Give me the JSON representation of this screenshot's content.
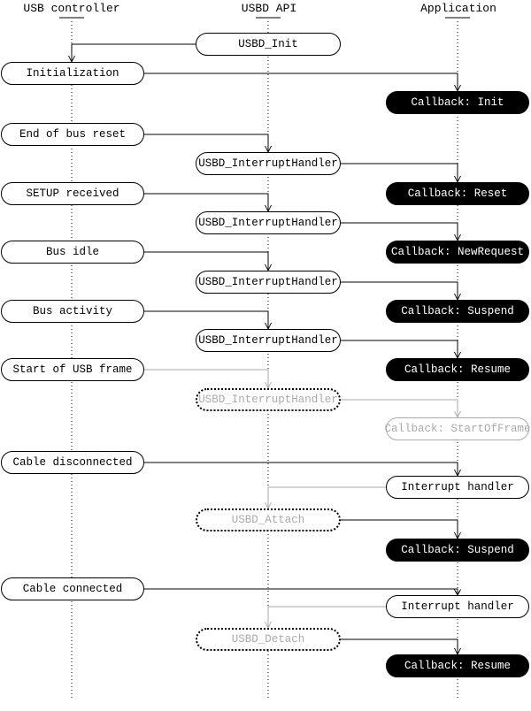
{
  "diagram": {
    "columns": [
      {
        "id": "usb-controller",
        "label": "USB controller"
      },
      {
        "id": "usbd-api",
        "label": "USBD API"
      },
      {
        "id": "application",
        "label": "Application"
      }
    ],
    "nodes": [
      {
        "id": "usbd-init",
        "label": "USBD_Init",
        "column": "usbd-api",
        "variant": "outline"
      },
      {
        "id": "initialization",
        "label": "Initialization",
        "column": "usb-controller",
        "variant": "outline"
      },
      {
        "id": "callback-init",
        "label": "Callback: Init",
        "column": "application",
        "variant": "filled"
      },
      {
        "id": "end-of-bus-reset",
        "label": "End of bus reset",
        "column": "usb-controller",
        "variant": "outline"
      },
      {
        "id": "usbd-interrupthandler-1",
        "label": "USBD_InterruptHandler",
        "column": "usbd-api",
        "variant": "outline"
      },
      {
        "id": "setup-received",
        "label": "SETUP received",
        "column": "usb-controller",
        "variant": "outline"
      },
      {
        "id": "callback-reset",
        "label": "Callback: Reset",
        "column": "application",
        "variant": "filled"
      },
      {
        "id": "usbd-interrupthandler-2",
        "label": "USBD_InterruptHandler",
        "column": "usbd-api",
        "variant": "outline"
      },
      {
        "id": "bus-idle",
        "label": "Bus idle",
        "column": "usb-controller",
        "variant": "outline"
      },
      {
        "id": "callback-newrequest",
        "label": "Callback: NewRequest",
        "column": "application",
        "variant": "filled"
      },
      {
        "id": "usbd-interrupthandler-3",
        "label": "USBD_InterruptHandler",
        "column": "usbd-api",
        "variant": "outline"
      },
      {
        "id": "bus-activity",
        "label": "Bus activity",
        "column": "usb-controller",
        "variant": "outline"
      },
      {
        "id": "callback-suspend-1",
        "label": "Callback: Suspend",
        "column": "application",
        "variant": "filled"
      },
      {
        "id": "usbd-interrupthandler-4",
        "label": "USBD_InterruptHandler",
        "column": "usbd-api",
        "variant": "outline"
      },
      {
        "id": "start-of-usb-frame",
        "label": "Start of USB frame",
        "column": "usb-controller",
        "variant": "outline"
      },
      {
        "id": "callback-resume-1",
        "label": "Callback: Resume",
        "column": "application",
        "variant": "filled"
      },
      {
        "id": "usbd-interrupthandler-5",
        "label": "USBD_InterruptHandler",
        "column": "usbd-api",
        "variant": "dotted-gray"
      },
      {
        "id": "callback-startofframe",
        "label": "Callback: StartOfFrame",
        "column": "application",
        "variant": "outline-gray"
      },
      {
        "id": "cable-disconnected",
        "label": "Cable disconnected",
        "column": "usb-controller",
        "variant": "outline"
      },
      {
        "id": "interrupt-handler-1",
        "label": "Interrupt handler",
        "column": "application",
        "variant": "outline"
      },
      {
        "id": "usbd-attach",
        "label": "USBD_Attach",
        "column": "usbd-api",
        "variant": "dotted-gray"
      },
      {
        "id": "callback-suspend-2",
        "label": "Callback: Suspend",
        "column": "application",
        "variant": "filled"
      },
      {
        "id": "cable-connected",
        "label": "Cable connected",
        "column": "usb-controller",
        "variant": "outline"
      },
      {
        "id": "interrupt-handler-2",
        "label": "Interrupt handler",
        "column": "application",
        "variant": "outline"
      },
      {
        "id": "usbd-detach",
        "label": "USBD_Detach",
        "column": "usbd-api",
        "variant": "dotted-gray"
      },
      {
        "id": "callback-resume-2",
        "label": "Callback: Resume",
        "column": "application",
        "variant": "filled"
      }
    ],
    "colors": {
      "line_black": "#000000",
      "line_gray": "#aaaaaa",
      "filled_bg": "#000000",
      "filled_text": "#ffffff",
      "background": "#ffffff"
    }
  }
}
